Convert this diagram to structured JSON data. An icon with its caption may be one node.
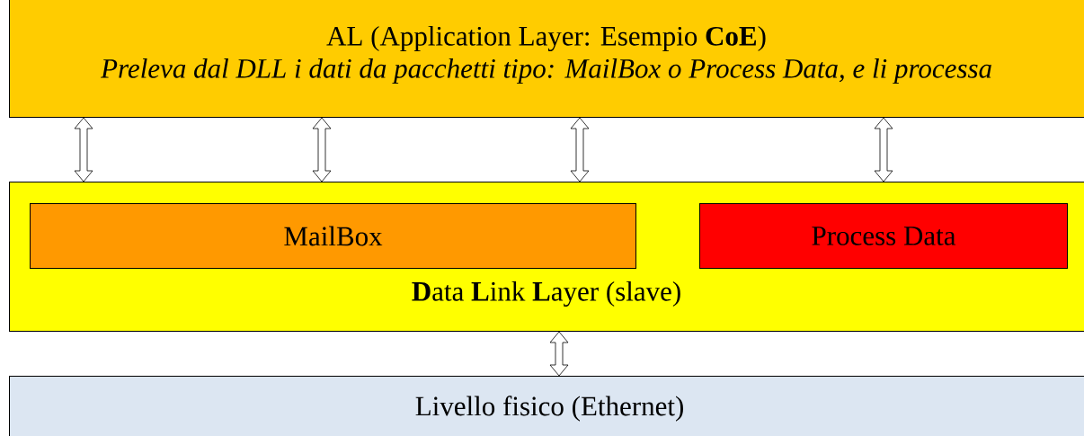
{
  "diagram": {
    "nodes": [
      {
        "text": [
          "AL (Application Layer: Esempio **CoE**)",
          "Preleva dal DLL i dati da pacchetti tipo: MailBox o Process Data, e li processa"
        ]
      },
      {
        "text": [
          "**D**ata **L**ink **L**ayer (slave)"
        ]
      },
      {
        "text": [
          "MailBox"
        ],
        "in": 1
      },
      {
        "text": [
          "Process Data"
        ],
        "in": 1
      },
      {
        "text": [
          "Livello fisico (Ethernet)"
        ]
      }
    ],
    "edges": [
      {
        "from": 0,
        "to": 1,
        "arrow": "both"
      },
      {
        "from": 0,
        "to": 1,
        "arrow": "both"
      },
      {
        "from": 0,
        "to": 1,
        "arrow": "both"
      },
      {
        "from": 0,
        "to": 1,
        "arrow": "both"
      },
      {
        "from": 1,
        "to": 4,
        "arrow": "both"
      }
    ]
  }
}
